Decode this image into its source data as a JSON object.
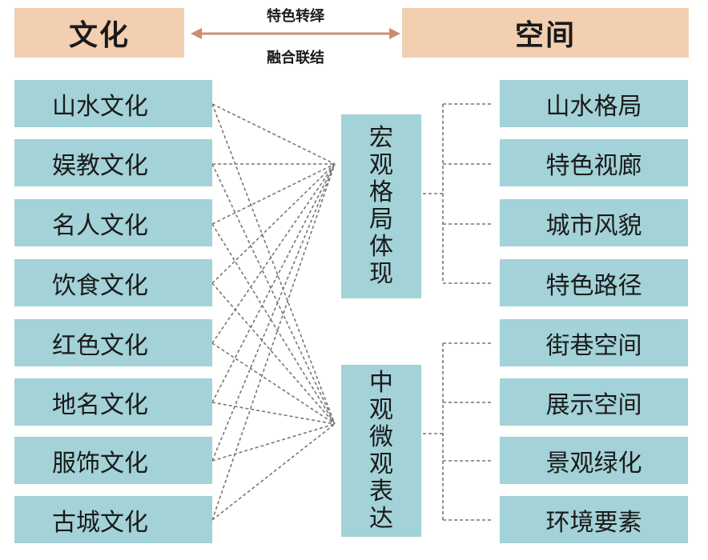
{
  "header": {
    "left_title": "文化",
    "right_title": "空间",
    "arrow_top_label": "特色转绎",
    "arrow_bottom_label": "融合联结"
  },
  "culture_items": [
    "山水文化",
    "娱教文化",
    "名人文化",
    "饮食文化",
    "红色文化",
    "地名文化",
    "服饰文化",
    "古城文化"
  ],
  "middle": {
    "macro_label": "宏观格局体现",
    "micro_label": "中观微观表达"
  },
  "space_items": [
    "山水格局",
    "特色视廊",
    "城市风貌",
    "特色路径",
    "街巷空间",
    "展示空间",
    "景观绿化",
    "环境要素"
  ],
  "colors": {
    "header_bg": "#f2cfb0",
    "box_bg": "#a3d2d8",
    "arrow": "#c89070",
    "dash": "#777777"
  }
}
